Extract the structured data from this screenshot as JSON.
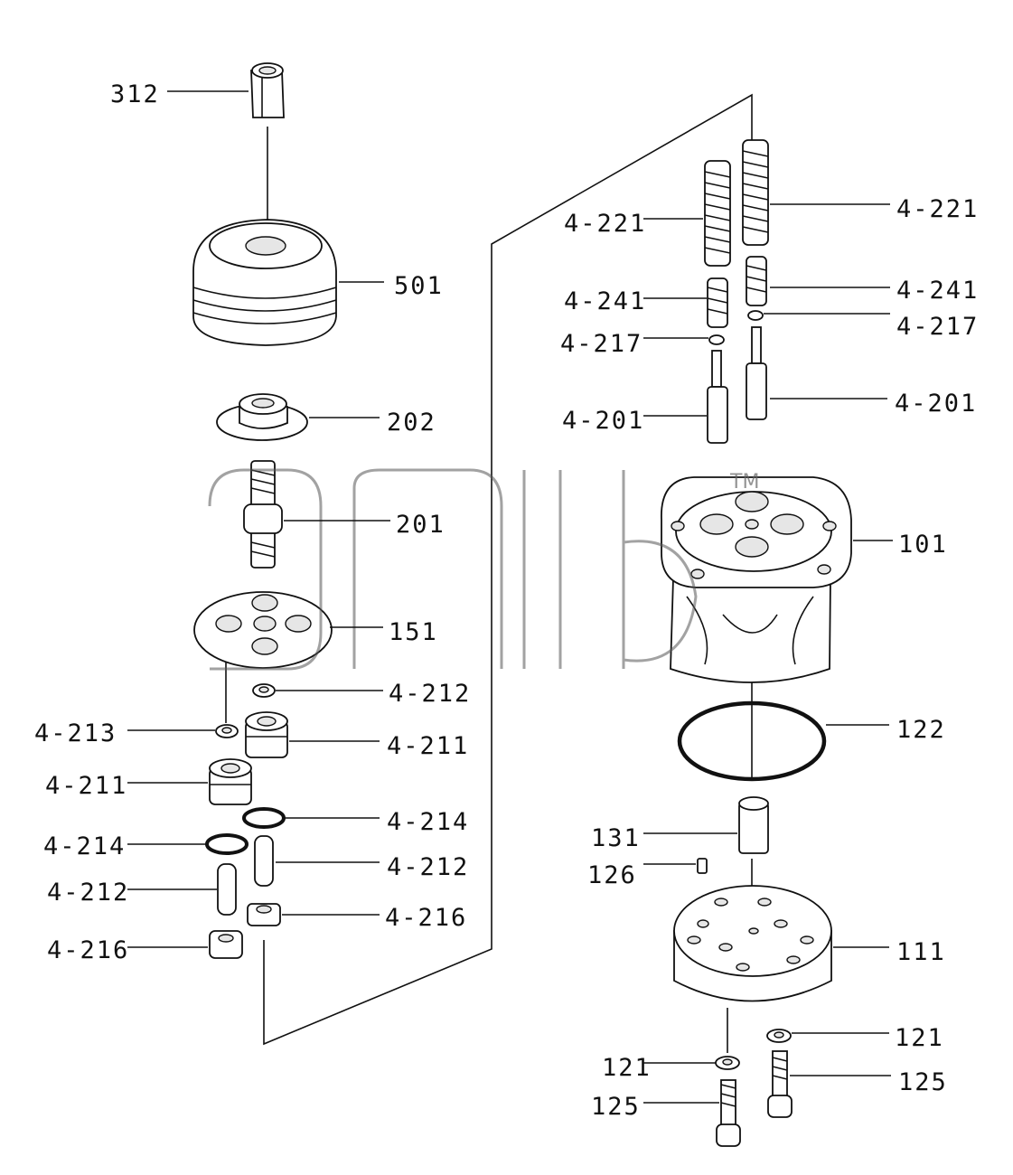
{
  "diagram": {
    "labels": [
      "312",
      "501",
      "202",
      "201",
      "151",
      "4-212",
      "4-213",
      "4-211",
      "4-211",
      "4-214",
      "4-214",
      "4-212",
      "4-212",
      "4-216",
      "4-216",
      "4-221",
      "4-221",
      "4-241",
      "4-241",
      "4-217",
      "4-217",
      "4-201",
      "4-201",
      "101",
      "122",
      "131",
      "126",
      "111",
      "121",
      "121",
      "125",
      "125"
    ],
    "watermark_tm": "TM"
  }
}
